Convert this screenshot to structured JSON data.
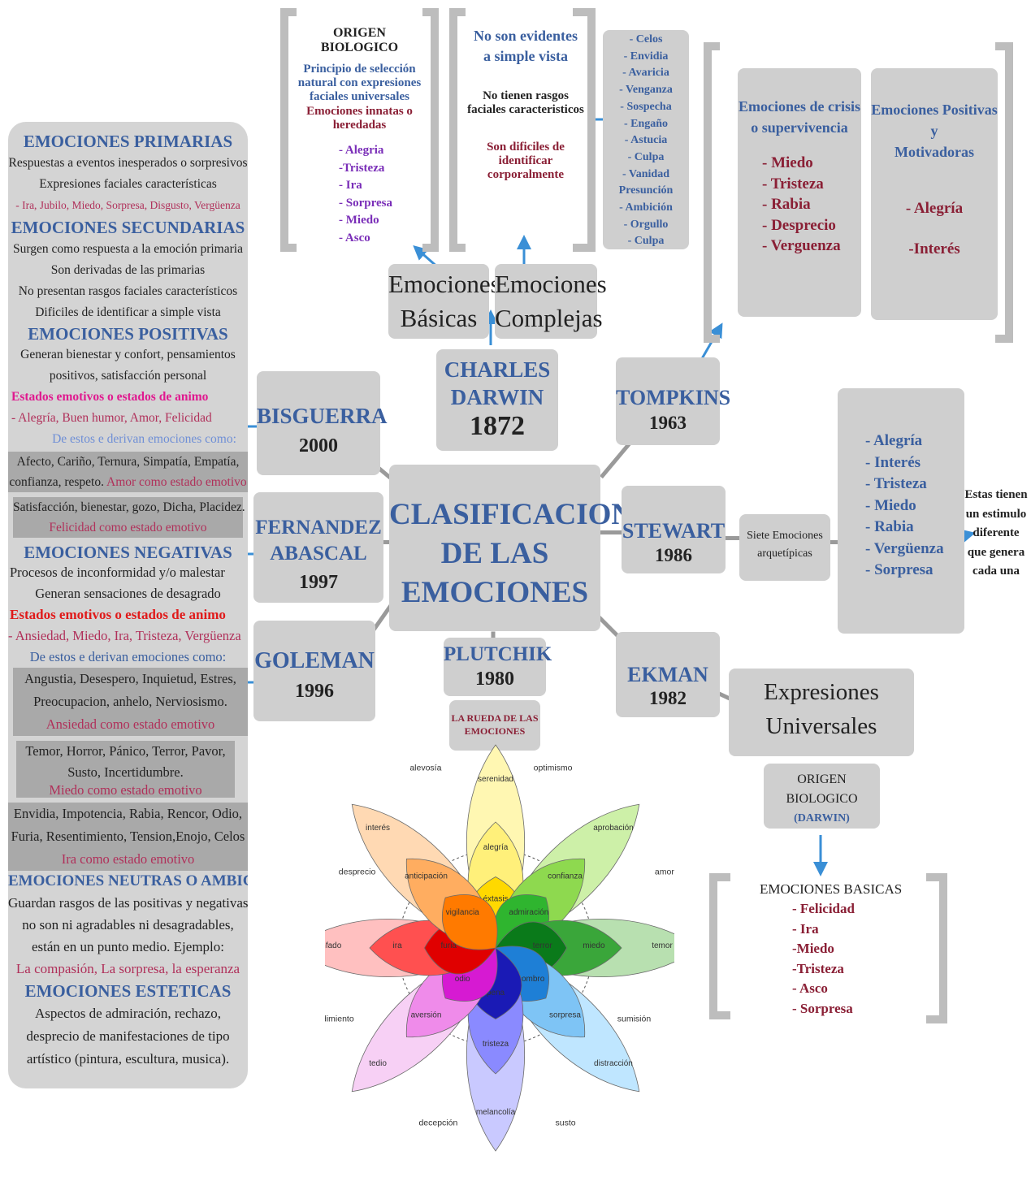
{
  "center": {
    "title_lines": [
      "CLASIFICACION",
      "DE LAS",
      "EMOCIONES"
    ]
  },
  "authors": {
    "darwin": {
      "name_lines": [
        "CHARLES",
        "DARWIN"
      ],
      "year": "1872"
    },
    "bisguerra": {
      "name": "BISGUERRA",
      "year": "2000"
    },
    "fernandez": {
      "name_lines": [
        "FERNANDEZ",
        "ABASCAL"
      ],
      "year": "1997"
    },
    "goleman": {
      "name": "GOLEMAN",
      "year": "1996"
    },
    "plutchik": {
      "name": "PLUTCHIK",
      "year": "1980",
      "sub_lines": [
        "LA RUEDA DE LAS",
        "EMOCIONES"
      ]
    },
    "tompkins": {
      "name": "TOMPKINS",
      "year": "1963"
    },
    "stewart": {
      "name": "STEWART",
      "year": "1986"
    },
    "ekman": {
      "name": "EKMAN",
      "year": "1982"
    }
  },
  "darwin_branch": {
    "basicas_lines": [
      "Emociones",
      "Básicas"
    ],
    "complejas_lines": [
      "Emociones",
      "Complejas"
    ],
    "origen": {
      "title": "ORIGEN BIOLOGICO",
      "desc_lines": [
        "Principio de selección",
        "natural con expresiones",
        "faciales universales"
      ],
      "innate_lines": [
        "Emociones innatas o",
        "heredadas"
      ],
      "items": [
        "- Alegria",
        "-Tristeza",
        "- Ira",
        "- Sorpresa",
        "- Miedo",
        "- Asco"
      ]
    },
    "complex": {
      "title_lines": [
        "No son evidentes",
        "a simple vista"
      ],
      "mid_lines": [
        "No tienen rasgos",
        "faciales caracteristicos"
      ],
      "low_lines": [
        "Son dificiles de",
        "identificar",
        "corporalmente"
      ]
    },
    "complex_list": [
      "- Celos",
      "- Envidia",
      "- Avaricia",
      "- Venganza",
      "- Sospecha",
      "- Engaño",
      "- Astucia",
      "- Culpa",
      "- Vanidad",
      "Presunción",
      "- Ambición",
      "- Orgullo",
      "- Culpa"
    ]
  },
  "tompkins_branch": {
    "crisis_title_lines": [
      "Emociones de crisis",
      "o supervivencia"
    ],
    "crisis_items": [
      "- Miedo",
      "- Tristeza",
      "- Rabia",
      "- Desprecio",
      "- Verguenza"
    ],
    "positive_title_lines": [
      "Emociones Positivas y",
      "Motivadoras"
    ],
    "positive_items": [
      "- Alegría",
      "-Interés"
    ]
  },
  "stewart_branch": {
    "label_lines": [
      "Siete Emociones",
      "arquetípicas"
    ],
    "items": [
      "- Alegría",
      "- Interés",
      "- Tristeza",
      "- Miedo",
      "- Rabia",
      "- Vergüenza",
      "- Sorpresa"
    ],
    "note_lines": [
      "Estas tienen",
      "un estimulo",
      "diferente",
      "que genera",
      "cada una"
    ]
  },
  "ekman_branch": {
    "label_lines": [
      "Expresiones",
      "Universales"
    ],
    "origen_title": "ORIGEN BIOLOGICO",
    "origen_sub": "(DARWIN)",
    "basic_title": "EMOCIONES BASICAS",
    "basic_items": [
      "- Felicidad",
      "- Ira",
      "-Miedo",
      "-Tristeza",
      "- Asco",
      "- Sorpresa"
    ]
  },
  "left_panel": {
    "primarias": {
      "title": "EMOCIONES PRIMARIAS",
      "lines": [
        "Respuestas a eventos inesperados o sorpresivos",
        "Expresiones faciales características"
      ],
      "examples": "- Ira, Jubilo, Miedo, Sorpresa, Disgusto, Vergüenza"
    },
    "secundarias": {
      "title": "EMOCIONES SECUNDARIAS",
      "lines": [
        "Surgen como respuesta a la emoción primaria",
        "Son derivadas de las primarias",
        "No presentan rasgos faciales característicos",
        "Dificiles de identificar a simple vista"
      ]
    },
    "positivas": {
      "title": "EMOCIONES POSITIVAS",
      "lines": [
        "Generan bienestar y confort, pensamientos",
        "positivos, satisfacción personal"
      ],
      "estados": "Estados emotivos o estados de animo",
      "examples": "- Alegría, Buen humor, Amor, Felicidad",
      "derive": "De estos e derivan emociones como:",
      "box1_lines": [
        "Afecto, Cariño, Ternura, Simpatía, Empatía,",
        "confianza, respeto."
      ],
      "box1_tag": "Amor como estado emotivo",
      "box2_line": "Satisfacción, bienestar, gozo, Dicha, Placidez.",
      "box2_tag": "Felicidad como estado emotivo"
    },
    "negativas": {
      "title": "EMOCIONES NEGATIVAS",
      "lines": [
        "Procesos de inconformidad y/o malestar",
        "Generan sensaciones de desagrado"
      ],
      "estados": "Estados emotivos o estados de animo",
      "examples": "- Ansiedad, Miedo, Ira, Tristeza, Vergüenza",
      "derive": "De estos e derivan emociones como:",
      "box1_lines": [
        "Angustia, Desespero, Inquietud, Estres,",
        "Preocupacion, anhelo, Nerviosismo."
      ],
      "box1_tag": "Ansiedad como estado emotivo",
      "box2_lines": [
        "Temor, Horror, Pánico, Terror, Pavor,",
        "Susto, Incertidumbre."
      ],
      "box2_tag": "Miedo como estado emotivo",
      "box3_lines": [
        "Envidia, Impotencia, Rabia, Rencor, Odio,",
        "Furia, Resentimiento, Tension,Enojo, Celos"
      ],
      "box3_tag": "Ira como estado emotivo"
    },
    "neutras": {
      "title": "EMOCIONES NEUTRAS O AMBIGUAS",
      "lines": [
        "Guardan rasgos de las positivas y negativas",
        "no son ni agradables ni desagradables,",
        "están en un punto medio. Ejemplo:"
      ],
      "examples": "La compasión, La sorpresa, la esperanza"
    },
    "esteticas": {
      "title": "EMOCIONES ESTETICAS",
      "lines": [
        "Aspectos de admiración, rechazo,",
        "desprecio de manifestaciones de tipo",
        "artístico (pintura, escultura, musica)."
      ]
    }
  },
  "wheel": {
    "outer_labels": [
      "optimismo",
      "amor",
      "sumisión",
      "susto",
      "decepción",
      "remordimiento",
      "desprecio",
      "alevosía"
    ],
    "petals": [
      {
        "colors": [
          "#fff7b2",
          "#fff07a",
          "#ffd900"
        ],
        "labels": [
          "serenidad",
          "alegría",
          "éxtasis"
        ]
      },
      {
        "colors": [
          "#cdf0a8",
          "#8ed94f",
          "#2fb52f"
        ],
        "labels": [
          "aprobación",
          "confianza",
          "admiración"
        ]
      },
      {
        "colors": [
          "#b8e0b0",
          "#3aa63a",
          "#0a7a1a"
        ],
        "labels": [
          "temor",
          "miedo",
          "terror"
        ]
      },
      {
        "colors": [
          "#bfe6ff",
          "#7ec4f5",
          "#1e7fd6"
        ],
        "labels": [
          "distracción",
          "sorpresa",
          "asombro"
        ]
      },
      {
        "colors": [
          "#c9c9ff",
          "#8a8aff",
          "#1a1ab5"
        ],
        "labels": [
          "melancolía",
          "tristeza",
          "pena"
        ]
      },
      {
        "colors": [
          "#f7d0f5",
          "#ef8bea",
          "#d61ad2"
        ],
        "labels": [
          "tedio",
          "aversión",
          "odio"
        ]
      },
      {
        "colors": [
          "#ffc0c0",
          "#ff5050",
          "#e00000"
        ],
        "labels": [
          "enfado",
          "ira",
          "furia"
        ]
      },
      {
        "colors": [
          "#ffd9b3",
          "#ffad60",
          "#ff7a00"
        ],
        "labels": [
          "interés",
          "anticipación",
          "vigilancia"
        ]
      }
    ]
  }
}
